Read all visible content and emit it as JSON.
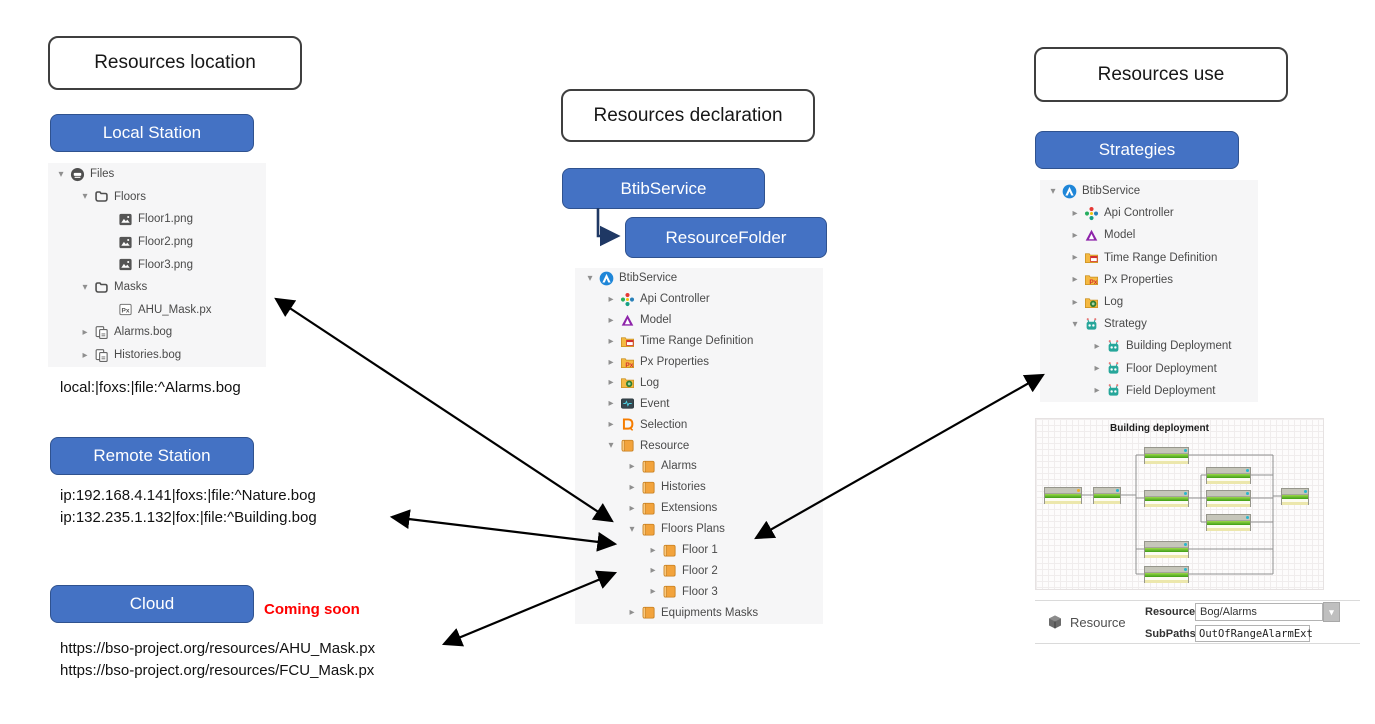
{
  "headers": {
    "location": "Resources location",
    "declaration": "Resources declaration",
    "use": "Resources use"
  },
  "buttons": {
    "local_station": "Local Station",
    "remote_station": "Remote Station",
    "cloud": "Cloud",
    "btib_service": "BtibService",
    "resource_folder": "ResourceFolder",
    "strategies": "Strategies"
  },
  "labels": {
    "coming_soon": "Coming soon"
  },
  "paths": {
    "local": "local:|foxs:|file:^Alarms.bog",
    "remote": [
      "ip:192.168.4.141|foxs:|file:^Nature.bog",
      "ip:132.235.1.132|fox:|file:^Building.bog"
    ],
    "cloud": [
      "https://bso-project.org/resources/AHU_Mask.px",
      "https://bso-project.org/resources/FCU_Mask.px"
    ]
  },
  "trees": {
    "left": {
      "items": [
        {
          "icon": "drive-icon",
          "label": "Files",
          "caret": "expanded",
          "indent": 0
        },
        {
          "icon": "folder-icon",
          "label": "Floors",
          "caret": "expanded",
          "indent": 1
        },
        {
          "icon": "image-file-icon",
          "label": "Floor1.png",
          "caret": "none",
          "indent": 2
        },
        {
          "icon": "image-file-icon",
          "label": "Floor2.png",
          "caret": "none",
          "indent": 2
        },
        {
          "icon": "image-file-icon",
          "label": "Floor3.png",
          "caret": "none",
          "indent": 2
        },
        {
          "icon": "folder-icon",
          "label": "Masks",
          "caret": "expanded",
          "indent": 1
        },
        {
          "icon": "px-file-icon",
          "label": "AHU_Mask.px",
          "caret": "none",
          "indent": 2
        },
        {
          "icon": "bog-file-icon",
          "label": "Alarms.bog",
          "caret": "collapsed",
          "indent": 1
        },
        {
          "icon": "bog-file-icon",
          "label": "Histories.bog",
          "caret": "collapsed",
          "indent": 1
        }
      ]
    },
    "center": {
      "items": [
        {
          "icon": "btib-icon",
          "label": "BtibService",
          "caret": "expanded",
          "indent": 0
        },
        {
          "icon": "api-icon",
          "label": "Api Controller",
          "caret": "collapsed",
          "indent": 1
        },
        {
          "icon": "model-icon",
          "label": "Model",
          "caret": "collapsed",
          "indent": 1
        },
        {
          "icon": "time-range-icon",
          "label": "Time Range Definition",
          "caret": "collapsed",
          "indent": 1
        },
        {
          "icon": "px-properties-icon",
          "label": "Px Properties",
          "caret": "collapsed",
          "indent": 1
        },
        {
          "icon": "log-icon",
          "label": "Log",
          "caret": "collapsed",
          "indent": 1
        },
        {
          "icon": "event-icon",
          "label": "Event",
          "caret": "collapsed",
          "indent": 1
        },
        {
          "icon": "selection-icon",
          "label": "Selection",
          "caret": "collapsed",
          "indent": 1
        },
        {
          "icon": "resource-icon",
          "label": "Resource",
          "caret": "expanded",
          "indent": 1
        },
        {
          "icon": "resource-icon",
          "label": "Alarms",
          "caret": "collapsed",
          "indent": 2
        },
        {
          "icon": "resource-icon",
          "label": "Histories",
          "caret": "collapsed",
          "indent": 2
        },
        {
          "icon": "resource-icon",
          "label": "Extensions",
          "caret": "collapsed",
          "indent": 2
        },
        {
          "icon": "resource-icon",
          "label": "Floors Plans",
          "caret": "expanded",
          "indent": 2
        },
        {
          "icon": "resource-icon",
          "label": "Floor 1",
          "caret": "collapsed",
          "indent": 3
        },
        {
          "icon": "resource-icon",
          "label": "Floor 2",
          "caret": "collapsed",
          "indent": 3
        },
        {
          "icon": "resource-icon",
          "label": "Floor 3",
          "caret": "collapsed",
          "indent": 3
        },
        {
          "icon": "resource-icon",
          "label": "Equipments Masks",
          "caret": "collapsed",
          "indent": 2
        }
      ]
    },
    "right": {
      "items": [
        {
          "icon": "btib-icon",
          "label": "BtibService",
          "caret": "expanded",
          "indent": 0
        },
        {
          "icon": "api-icon",
          "label": "Api Controller",
          "caret": "collapsed",
          "indent": 1
        },
        {
          "icon": "model-icon",
          "label": "Model",
          "caret": "collapsed",
          "indent": 1
        },
        {
          "icon": "time-range-icon",
          "label": "Time Range Definition",
          "caret": "collapsed",
          "indent": 1
        },
        {
          "icon": "px-properties-icon",
          "label": "Px Properties",
          "caret": "collapsed",
          "indent": 1
        },
        {
          "icon": "log-icon",
          "label": "Log",
          "caret": "collapsed",
          "indent": 1
        },
        {
          "icon": "robot-icon",
          "label": "Strategy",
          "caret": "expanded",
          "indent": 1
        },
        {
          "icon": "robot-icon",
          "label": "Building Deployment",
          "caret": "collapsed",
          "indent": 2
        },
        {
          "icon": "robot-icon",
          "label": "Floor Deployment",
          "caret": "collapsed",
          "indent": 2
        },
        {
          "icon": "robot-icon",
          "label": "Field Deployment",
          "caret": "collapsed",
          "indent": 2
        }
      ]
    }
  },
  "wiresheet": {
    "title": "Building deployment"
  },
  "resource_panel": {
    "slot_label": "Resource",
    "resource_label": "Resource",
    "resource_value": "Bog/Alarms",
    "subpaths_label": "SubPaths",
    "subpaths_value": "OutOfRangeAlarmExt"
  },
  "colors": {
    "accent_blue": "#4472C4",
    "accent_blue_border": "#2F528F",
    "arrow_black": "#000000",
    "connector_navy": "#1F3864",
    "coming_soon_red": "#FF0000"
  }
}
